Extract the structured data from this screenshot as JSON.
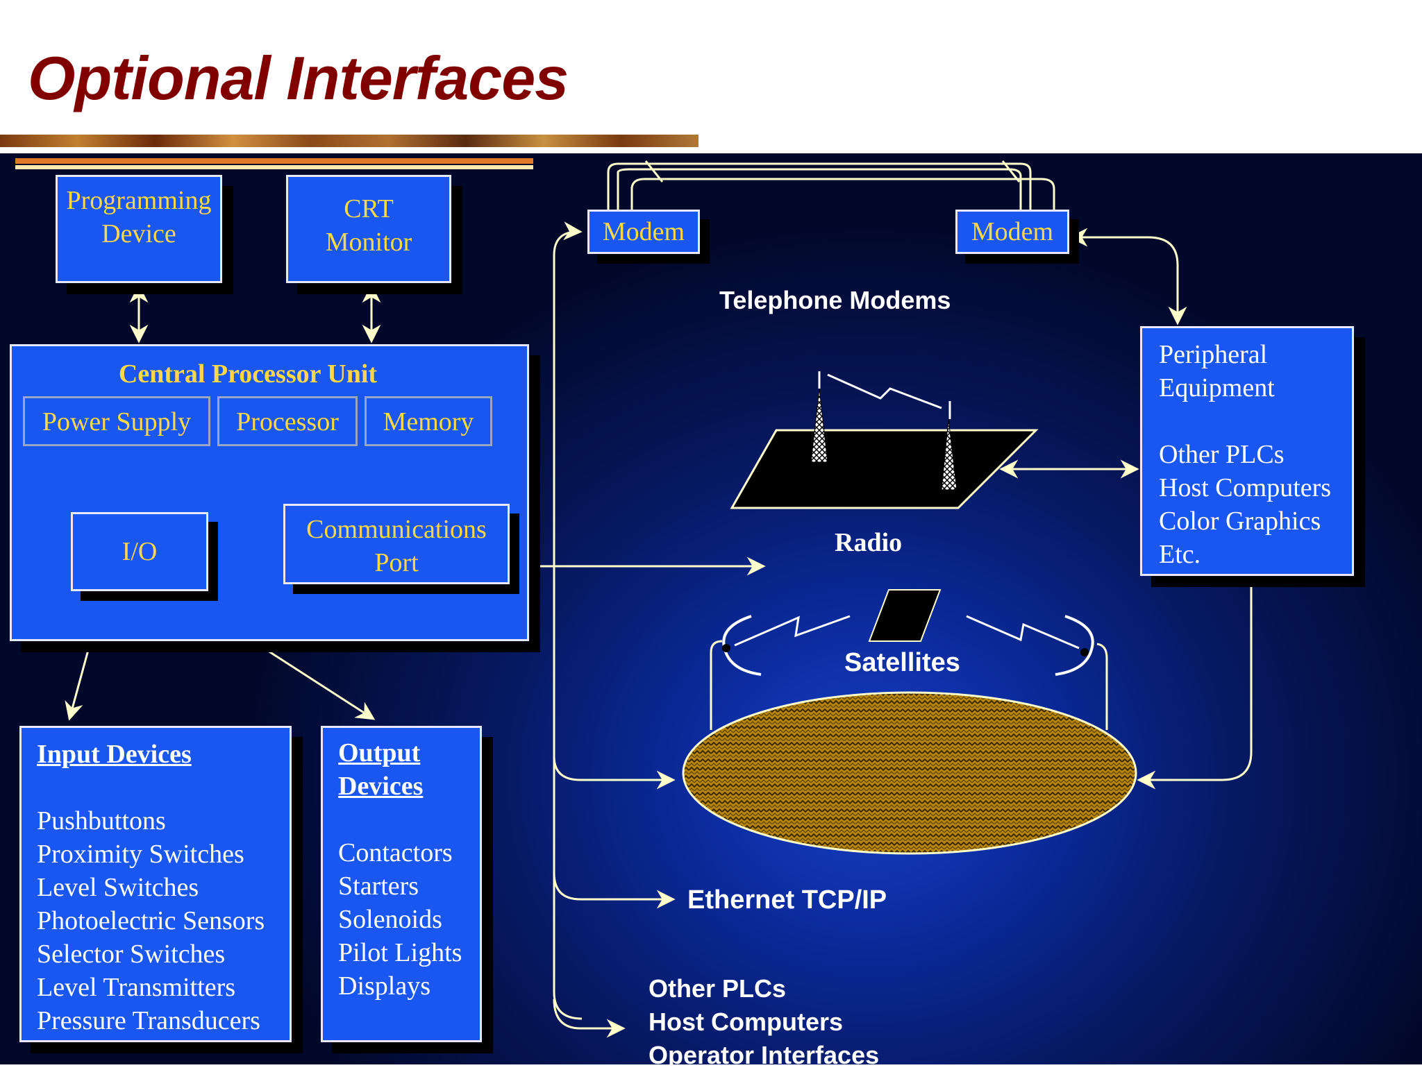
{
  "title": "Optional Interfaces",
  "programming_device": [
    "Programming",
    "Device"
  ],
  "crt_monitor": [
    "CRT",
    "Monitor"
  ],
  "cpu": {
    "title": "Central Processor Unit",
    "power_supply": "Power Supply",
    "processor": "Processor",
    "memory": "Memory",
    "io": "I/O",
    "comm_port": [
      "Communications",
      "Port"
    ]
  },
  "input_devices": {
    "heading": "Input Devices",
    "items": [
      "Pushbuttons",
      "Proximity Switches",
      "Level Switches",
      "Photoelectric Sensors",
      "Selector Switches",
      "Level Transmitters",
      "Pressure Transducers"
    ]
  },
  "output_devices": {
    "heading": [
      "Output",
      "Devices"
    ],
    "items": [
      "Contactors",
      "Starters",
      "Solenoids",
      "Pilot Lights",
      "Displays"
    ]
  },
  "modems": [
    "Modem",
    "Modem"
  ],
  "telephone_modems": "Telephone Modems",
  "radio": "Radio",
  "satellites": "Satellites",
  "ethernet": "Ethernet TCP/IP",
  "other_list": [
    "Other PLCs",
    "Host Computers",
    "Operator Interfaces"
  ],
  "peripheral": {
    "heading": [
      "Peripheral",
      "Equipment"
    ],
    "items": [
      "Other PLCs",
      "Host Computers",
      "Color Graphics",
      "Etc."
    ]
  },
  "colors": {
    "title": "#800000",
    "box": "#1a56f0",
    "label_yellow": "#ffd84a",
    "background": "#061860"
  }
}
